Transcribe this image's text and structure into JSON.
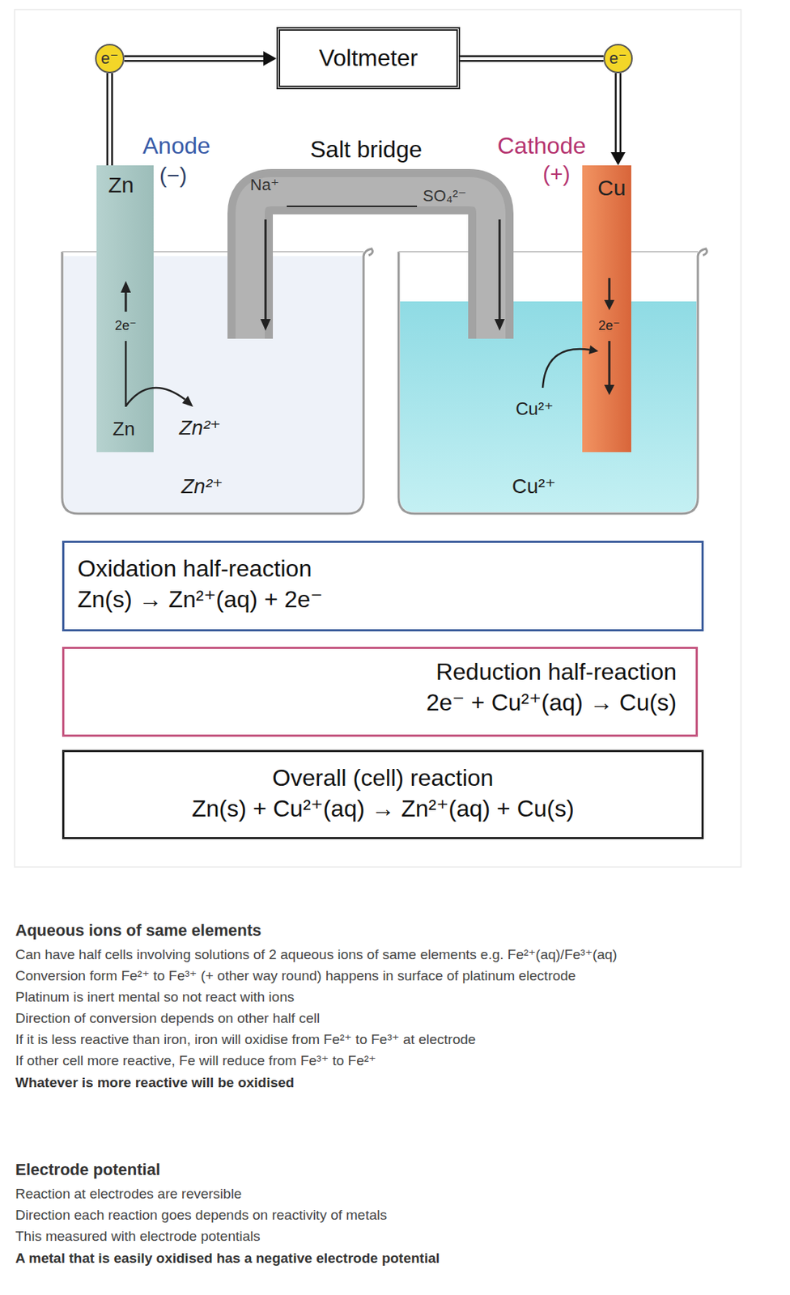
{
  "diagram": {
    "nodes": [
      {
        "text": [
          "e⁻"
        ]
      },
      {
        "text": [
          "Voltmeter"
        ]
      },
      {
        "text": [
          "e⁻"
        ]
      },
      {
        "text": [
          "Zn",
          "2e⁻",
          "Zn"
        ]
      },
      {
        "text": [
          "Cu",
          "2e⁻"
        ]
      },
      {
        "text": [
          "Oxidation half-reaction",
          "Zn(s) → Zn²⁺(aq) + 2e⁻"
        ]
      },
      {
        "text": [
          "Reduction half-reaction",
          "2e⁻ + Cu²⁺(aq) → Cu(s)"
        ]
      },
      {
        "text": [
          "Overall (cell) reaction",
          "Zn(s) + Cu²⁺(aq) → Zn²⁺(aq) + Cu(s)"
        ]
      }
    ],
    "edges": [
      {
        "from": 3,
        "to": 0,
        "arrow": "none"
      },
      {
        "from": 0,
        "to": 1,
        "arrow": "to"
      },
      {
        "from": 1,
        "to": 2,
        "arrow": "none"
      },
      {
        "from": 2,
        "to": 4,
        "arrow": "to"
      }
    ],
    "labels": [
      "Anode",
      "(−)",
      "Salt bridge",
      "Na⁺",
      "SO₄²⁻",
      "Cathode",
      "(+)",
      "Zn²⁺",
      "Zn²⁺",
      "Cu²⁺",
      "Cu²⁺",
      "Aqueous ions of same elements",
      "Can have half cells involving solutions of 2 aqueous ions of same elements e.g. Fe²⁺(aq)/Fe³⁺(aq)",
      "Conversion form Fe²⁺ to Fe³⁺ (+ other way round) happens in surface of platinum electrode",
      "Platinum is inert mental so not react with ions",
      "Direction of conversion depends on other half cell",
      "If it is less reactive than iron, iron will oxidise from Fe²⁺ to Fe³⁺ at electrode",
      "If other cell more reactive, Fe will reduce from Fe³⁺ to Fe²⁺",
      "Whatever is more reactive will be oxidised",
      "Electrode potential",
      "Reaction at electrodes are reversible",
      "Direction each reaction goes depends on reactivity of metals",
      "This measured with electrode potentials",
      "A metal that is easily oxidised has a negative electrode potential"
    ]
  }
}
